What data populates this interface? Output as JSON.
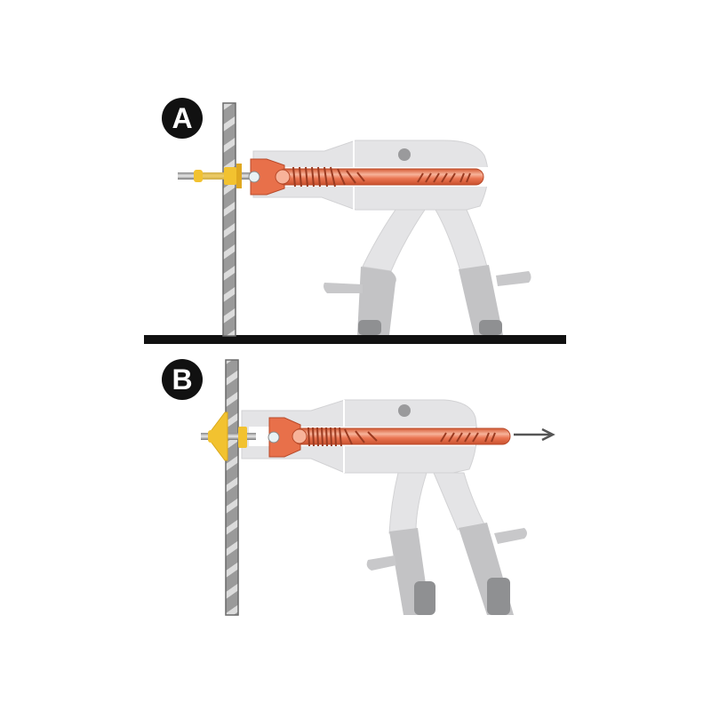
{
  "diagram": {
    "type": "installation-steps",
    "subject": "Hollow wall anchor setting tool",
    "steps": [
      {
        "label": "A",
        "description": "Anchor inserted through wall, setting tool engaged"
      },
      {
        "label": "B",
        "description": "Tool pulls screw back, anchor expands behind wall",
        "arrow": "pull-direction-right"
      }
    ],
    "colors": {
      "background": "#ffffff",
      "badge": "#111111",
      "badge_text": "#ffffff",
      "separator": "#111111",
      "wall": "#8a8a8a",
      "wall_stripe": "#d8d8d8",
      "tool_body": "#e4e4e6",
      "tool_grip": "#c2c2c4",
      "tool_grip_dark": "#8e8f91",
      "pull_rod": "#e8704a",
      "pull_rod_highlight": "#f6b49a",
      "anchor": "#f2c230",
      "screw": "#b8b8b8",
      "arrow": "#555555"
    }
  }
}
